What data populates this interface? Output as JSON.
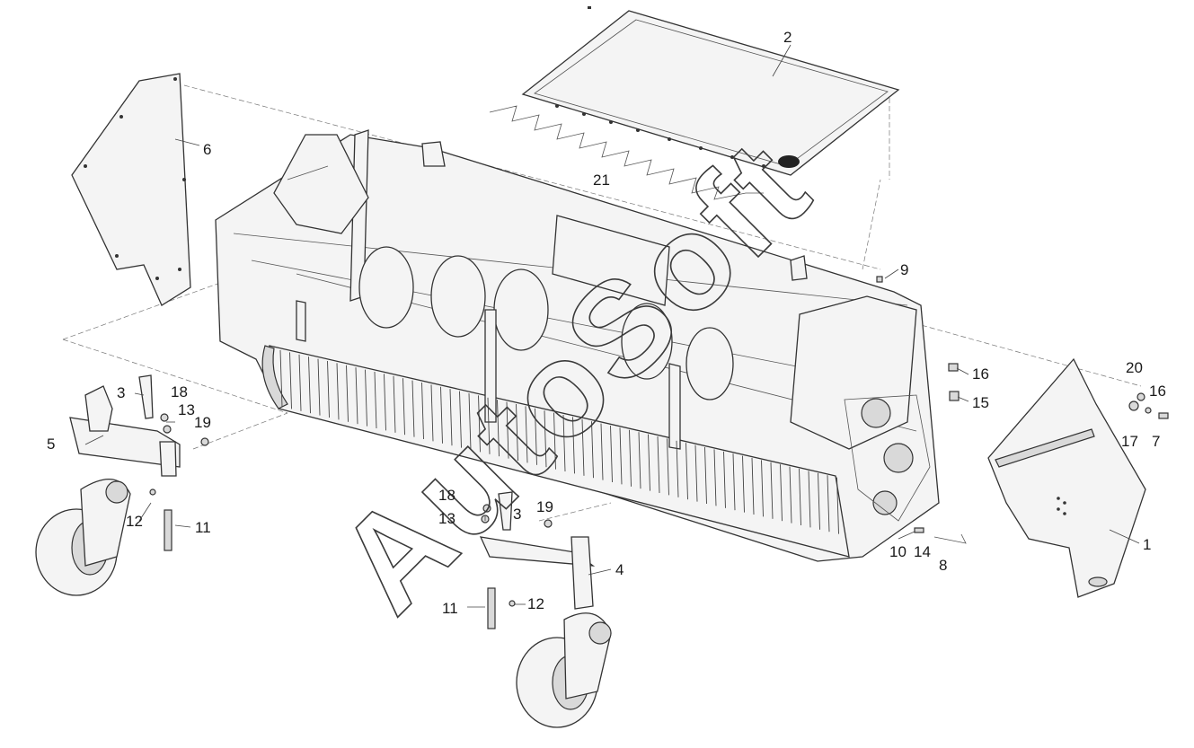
{
  "watermark": "AutoSoft",
  "callouts": [
    {
      "id": "c1",
      "text": "1"
    },
    {
      "id": "c2",
      "text": "2"
    },
    {
      "id": "c3a",
      "text": "3"
    },
    {
      "id": "c3b",
      "text": "3"
    },
    {
      "id": "c4",
      "text": "4"
    },
    {
      "id": "c5",
      "text": "5"
    },
    {
      "id": "c6",
      "text": "6"
    },
    {
      "id": "c7",
      "text": "7"
    },
    {
      "id": "c8",
      "text": "8"
    },
    {
      "id": "c9",
      "text": "9"
    },
    {
      "id": "c10",
      "text": "10"
    },
    {
      "id": "c11a",
      "text": "11"
    },
    {
      "id": "c11b",
      "text": "11"
    },
    {
      "id": "c12a",
      "text": "12"
    },
    {
      "id": "c12b",
      "text": "12"
    },
    {
      "id": "c13a",
      "text": "13"
    },
    {
      "id": "c13b",
      "text": "13"
    },
    {
      "id": "c14",
      "text": "14"
    },
    {
      "id": "c15",
      "text": "15"
    },
    {
      "id": "c16a",
      "text": "16"
    },
    {
      "id": "c16b",
      "text": "16"
    },
    {
      "id": "c17",
      "text": "17"
    },
    {
      "id": "c18a",
      "text": "18"
    },
    {
      "id": "c18b",
      "text": "18"
    },
    {
      "id": "c19a",
      "text": "19"
    },
    {
      "id": "c19b",
      "text": "19"
    },
    {
      "id": "c20",
      "text": "20"
    },
    {
      "id": "c21",
      "text": "21"
    }
  ]
}
